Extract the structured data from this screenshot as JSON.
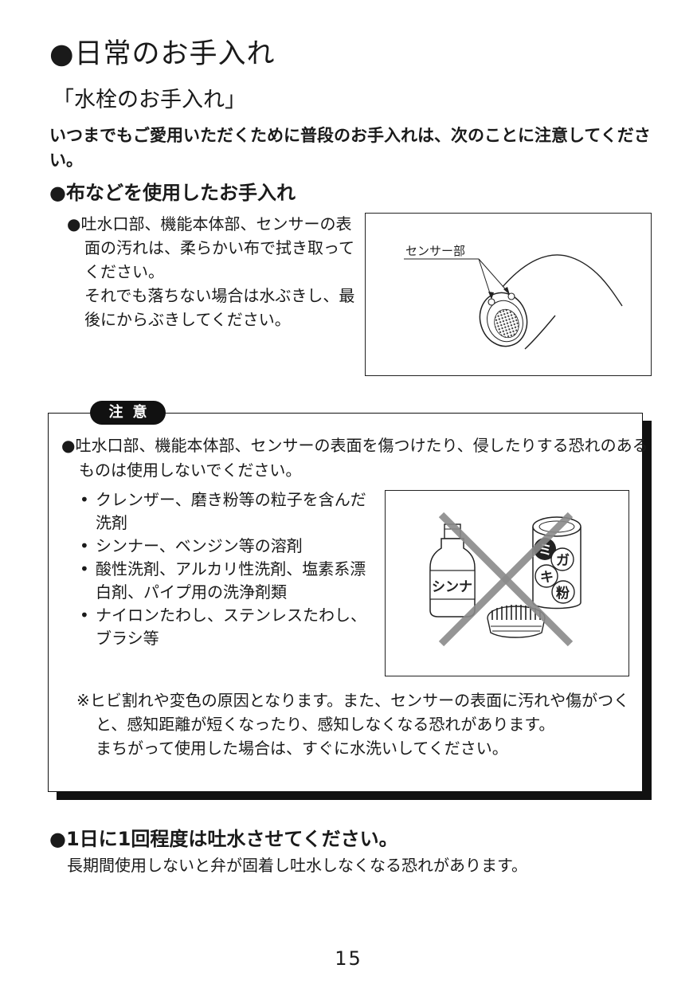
{
  "title": "●日常のお手入れ",
  "subtitle": "「水栓のお手入れ」",
  "lead": "いつまでもご愛用いただくために普段のお手入れは、次のことに注意してください。",
  "cloth_section": {
    "heading": "●布などを使用したお手入れ",
    "bullet": "●",
    "line1": "吐水口部、機能本体部、センサーの表面の汚れは、柔らかい布で拭き取ってください。",
    "line2": "それでも落ちない場合は水ぶきし、最後にからぶきしてください。",
    "figure_label": "センサー部"
  },
  "caution": {
    "badge": "注意",
    "main_bullet": "●",
    "main": "吐水口部、機能本体部、センサーの表面を傷つけたり、侵したりする恐れのあるものは使用しないでください。",
    "items": [
      "クレンザー、磨き粉等の粒子を含んだ洗剤",
      "シンナー、ベンジン等の溶剤",
      "酸性洗剤、アルカリ性洗剤、塩素系漂白剤、パイプ用の洗浄剤類",
      "ナイロンたわし、ステンレスたわし、ブラシ等"
    ],
    "item_bullet": "•",
    "figure_bottle_label": "シンナ",
    "figure_can_label": [
      "ミ",
      "ガ",
      "キ",
      "粉"
    ],
    "note_mark": "※",
    "note_line1": "ヒビ割れや変色の原因となります。また、センサーの表面に汚れや傷がつくと、感知距離が短くなったり、感知しなくなる恐れがあります。",
    "note_line2": "まちがって使用した場合は、すぐに水洗いしてください。"
  },
  "daily": {
    "heading": "●1日に1回程度は吐水させてください。",
    "text": "長期間使用しないと弁が固着し吐水しなくなる恐れがあります。"
  },
  "page_number": "15"
}
